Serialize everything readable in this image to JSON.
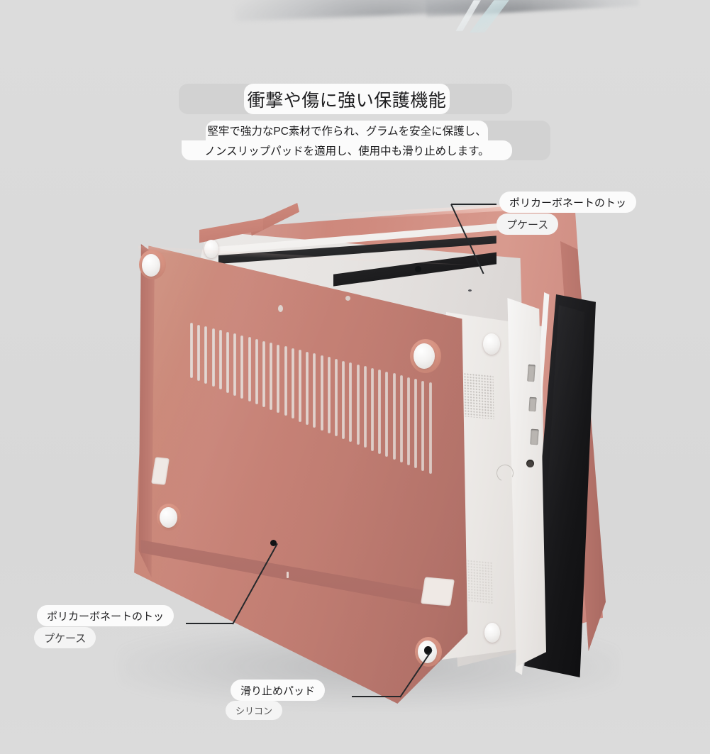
{
  "headline": {
    "title": "衝撃や傷に強い保護機能",
    "subtitle_line_1": "堅牢で強力なPC素材で作られ、グラムを安全に保護し、",
    "subtitle_line_2": "ノンスリップパッドを適用し、使用中も滑り止めします。"
  },
  "callouts": [
    {
      "id": "top-case-upper",
      "label_line_1": "ポリカーボネートのトッ",
      "label_line_2": "プケース"
    },
    {
      "id": "top-case-lower",
      "label_line_1": "ポリカーボネートのトッ",
      "label_line_2": "プケース"
    },
    {
      "id": "non-slip-pad",
      "label_line_1": "滑り止めパッド",
      "label_line_2": "シリコン"
    }
  ],
  "colors": {
    "background": "#d9d9d9",
    "case_pink": "#c98478",
    "case_pink_dark": "#ab6a62",
    "laptop_white": "#eceae8",
    "screen_black": "#1b1b1d",
    "pill_white": "#fbfbfb",
    "pill_ghost": "#d2d2d2",
    "leader_line": "#25282b",
    "text_primary": "#1d1d1f"
  }
}
